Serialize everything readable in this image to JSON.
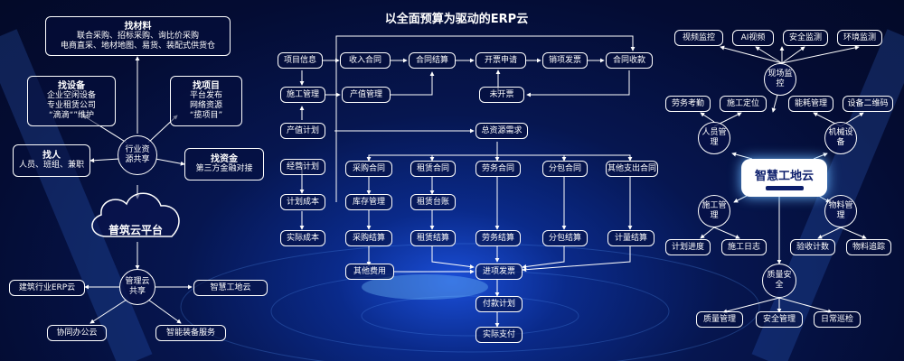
{
  "title": "以全面预算为驱动的ERP云",
  "left": {
    "materials": {
      "title": "找材料",
      "line1": "联合采购、招标采购、询比价采购",
      "line2": "电商直采、地材地图、易货、装配式供货仓"
    },
    "equipment": {
      "title": "找设备",
      "line1": "企业空闲设备",
      "line2": "专业租赁公司",
      "line3": "“滴滴“”维护"
    },
    "projects": {
      "title": "找项目",
      "line1": "平台发布",
      "line2": "网络资源",
      "line3": "“揽项目”"
    },
    "people": {
      "title": "找人",
      "line1": "人员、班组、兼职"
    },
    "capital": {
      "title": "找资金",
      "line1": "第三方金融对接"
    },
    "industry_hub": "行业资源共享",
    "platform": "普筑云平台",
    "mgmt_hub": "管理云共享",
    "erp": "建筑行业ERP云",
    "smartsite": "智慧工地云",
    "office": "协同办公云",
    "equip_service": "智能装备服务"
  },
  "center": {
    "project_info": "项目信息",
    "revenue_contract": "收入合同",
    "contract_settle": "合同结算",
    "invoice_apply": "开票申请",
    "sales_invoice": "销项发票",
    "contract_collect": "合同收款",
    "construction_mgmt": "施工管理",
    "output_mgmt": "产值管理",
    "not_invoiced": "未开票",
    "output_plan": "产值计划",
    "total_resource": "总资源需求",
    "business_plan": "经营计划",
    "procurement_contract": "采购合同",
    "lease_contract": "租赁合同",
    "labor_contract": "劳务合同",
    "subcontract": "分包合同",
    "other_contract": "其他支出合同",
    "plan_cost": "计划成本",
    "inventory_mgmt": "库存管理",
    "lease_ledger": "租赁台账",
    "actual_cost": "实际成本",
    "procurement_settle": "采购结算",
    "lease_settle": "租赁结算",
    "labor_settle": "劳务结算",
    "sub_settle": "分包结算",
    "expense_settle": "计量结算",
    "other_expense": "其他费用",
    "input_invoice": "进项发票",
    "payment_plan": "付款计划",
    "actual_payment": "实际支付"
  },
  "right": {
    "video_monitor": "视频监控",
    "ai_video": "AI视频",
    "safety_monitor": "安全监测",
    "env_monitor": "环境监测",
    "site_monitor": "现场监控",
    "labor_attendance": "劳务考勤",
    "construction_locate": "施工定位",
    "energy_mgmt": "能耗管理",
    "equipment_qr": "设备二维码",
    "personnel_mgmt": "人员管理",
    "machine_equipment": "机械设备",
    "hub": "智慧工地云",
    "construction_mgmt": "施工管理",
    "material_mgmt": "物料管理",
    "schedule": "计划进度",
    "construction_log": "施工日志",
    "acceptance_count": "验收计数",
    "material_trace": "物料追踪",
    "quality_safety": "质量安全",
    "quality_mgmt": "质量管理",
    "safety_mgmt": "安全管理",
    "daily_patrol": "日常巡检"
  }
}
